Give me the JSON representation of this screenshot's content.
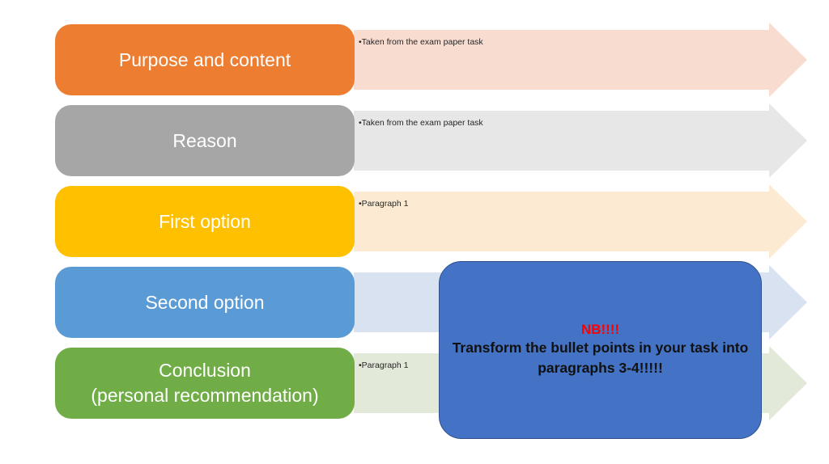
{
  "slide": {
    "background": "#ffffff",
    "rows": [
      {
        "label": "Purpose and content",
        "label2": "",
        "box_color": "#ED7D31",
        "arrow_color": "#F9DCD0",
        "bullet": "•Taken from the exam paper task"
      },
      {
        "label": "Reason",
        "label2": "",
        "box_color": "#A6A6A6",
        "arrow_color": "#E7E7E7",
        "bullet": "•Taken from the exam paper task"
      },
      {
        "label": "First option",
        "label2": "",
        "box_color": "#FFC000",
        "arrow_color": "#FCEBD2",
        "bullet": "•Paragraph 1"
      },
      {
        "label": "Second option",
        "label2": "",
        "box_color": "#5B9BD5",
        "arrow_color": "#D9E2F1",
        "bullet": ""
      },
      {
        "label": "Conclusion",
        "label2": "(personal recommendation)",
        "box_color": "#70AD47",
        "arrow_color": "#E2E9D8",
        "bullet": "•Paragraph 1"
      }
    ],
    "note": {
      "title": "NB!!!!",
      "title_color": "#FF0000",
      "body_line1": "Transform the bullet points in your task into",
      "body_line2": "paragraphs 3-4!!!!!",
      "fill": "#4472C4",
      "border": "#2F528F"
    }
  }
}
